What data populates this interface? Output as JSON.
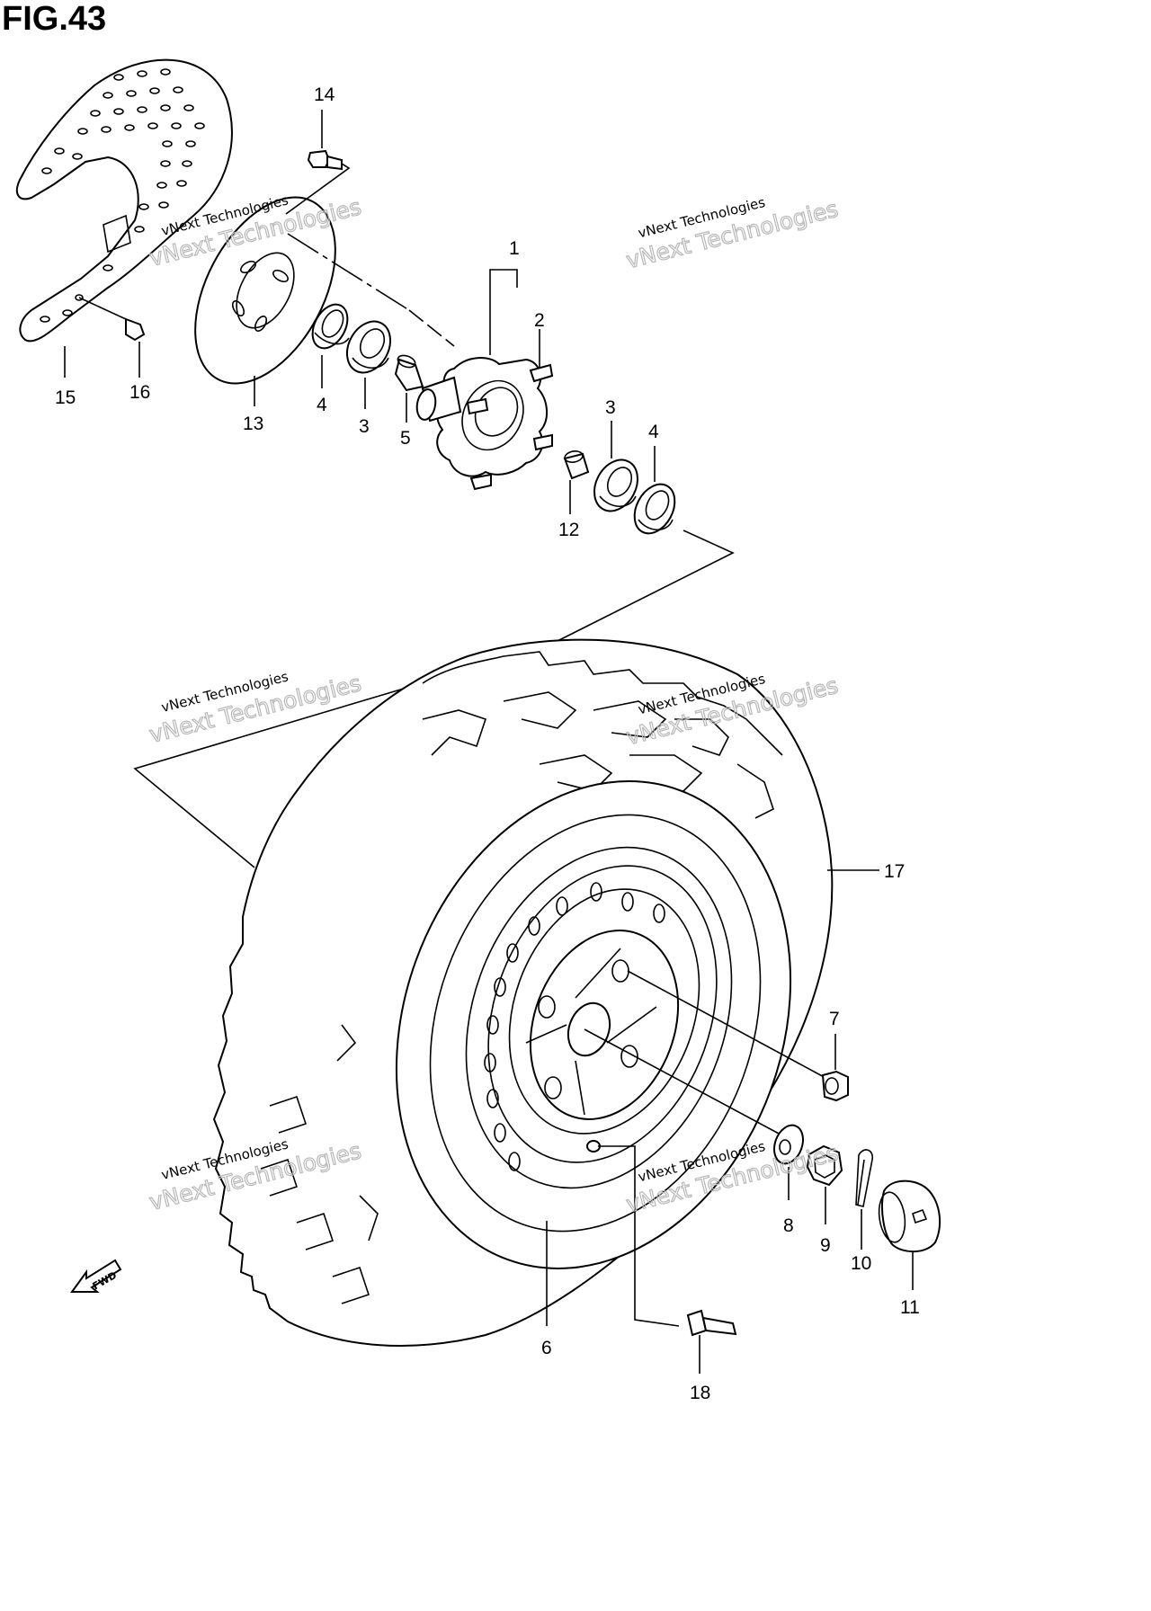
{
  "figure": {
    "title": "FIG.43"
  },
  "callouts": {
    "c1": "1",
    "c2": "2",
    "c3a": "3",
    "c3b": "3",
    "c4a": "4",
    "c4b": "4",
    "c5": "5",
    "c6": "6",
    "c7": "7",
    "c8": "8",
    "c9": "9",
    "c10": "10",
    "c11": "11",
    "c12": "12",
    "c13": "13",
    "c14": "14",
    "c15": "15",
    "c16": "16",
    "c17": "17",
    "c18": "18"
  },
  "watermark": {
    "line1": "vNext Technologies",
    "line2": "vNext Technologies"
  },
  "fwd_label": "FWD"
}
